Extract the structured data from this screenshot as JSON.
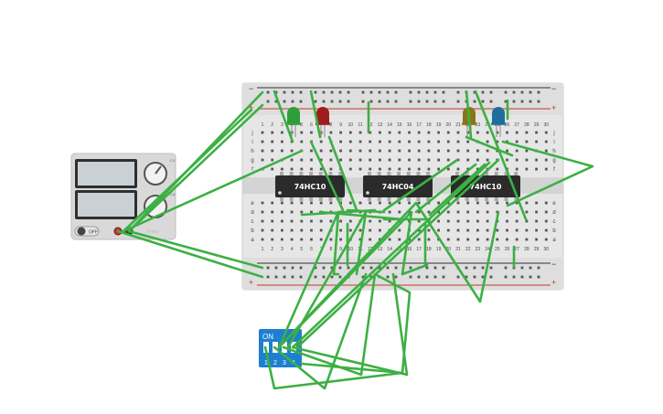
{
  "power_supply": {
    "switch_label": "OFF",
    "knob1_label": "CV",
    "knob2_label": "CA",
    "brand": "Tinker"
  },
  "breadboard": {
    "column_numbers": [
      "1",
      "2",
      "3",
      "4",
      "5",
      "6",
      "7",
      "8",
      "9",
      "10",
      "11",
      "12",
      "13",
      "14",
      "15",
      "16",
      "17",
      "18",
      "19",
      "20",
      "21",
      "22",
      "23",
      "24",
      "25",
      "26",
      "27",
      "28",
      "29",
      "30"
    ],
    "top_rows": [
      "j",
      "i",
      "h",
      "g",
      "f"
    ],
    "bottom_rows": [
      "e",
      "d",
      "c",
      "b",
      "a"
    ],
    "rail_minus": "−",
    "rail_plus": "+"
  },
  "chips": [
    {
      "label": "74HC10"
    },
    {
      "label": "74HC04"
    },
    {
      "label": "74HC10"
    }
  ],
  "leds": [
    {
      "color": "green",
      "hex": "#2e9e3a"
    },
    {
      "color": "red",
      "hex": "#a01c1c"
    },
    {
      "color": "yellow",
      "hex": "#8a7417"
    },
    {
      "color": "blue",
      "hex": "#1e6e9c"
    }
  ],
  "dip_switch": {
    "label": "ON",
    "numbers": [
      "1",
      "2",
      "3",
      "4"
    ]
  },
  "wire_color": "#3cb043"
}
